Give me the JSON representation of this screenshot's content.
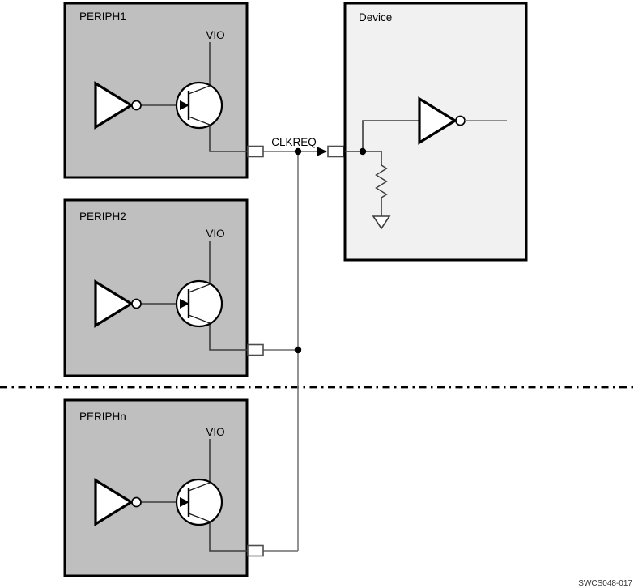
{
  "figure": {
    "code": "SWCS048-017",
    "net_label": "CLKREQ",
    "blocks": {
      "periph1": {
        "label": "PERIPH1",
        "supply_label": "VIO"
      },
      "periph2": {
        "label": "PERIPH2",
        "supply_label": "VIO"
      },
      "periphn": {
        "label": "PERIPHn",
        "supply_label": "VIO"
      },
      "device": {
        "label": "Device"
      }
    },
    "colors": {
      "background": "#ffffff",
      "peripheral_fill": "#bfbfbf",
      "device_fill": "#f1f1f1",
      "block_border": "#000000",
      "external_wire": "#808080",
      "internal_wire": "#3d3d3d"
    }
  }
}
